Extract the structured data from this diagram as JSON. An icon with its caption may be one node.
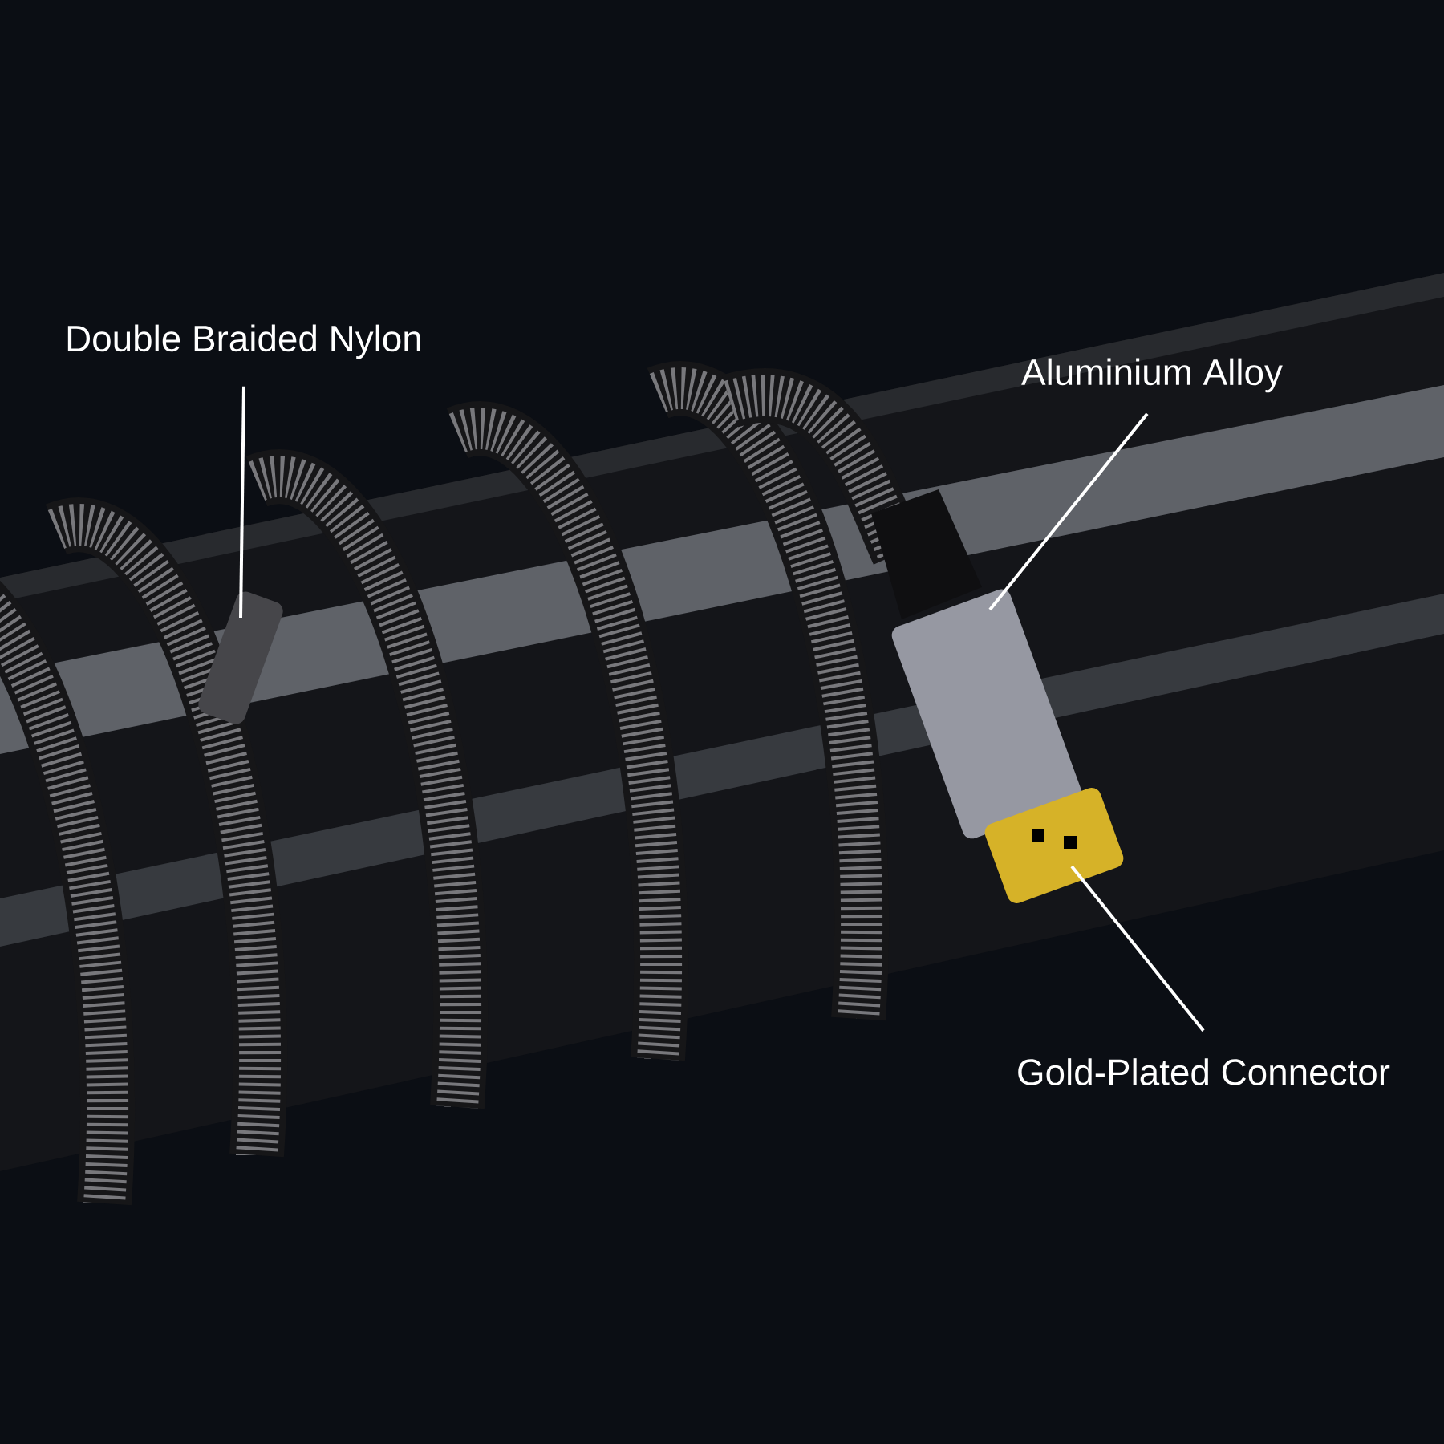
{
  "diagram": {
    "nodes": [
      {
        "text": [
          "Double Braided Nylon"
        ]
      },
      {
        "text": [
          "Aluminium Alloy"
        ]
      },
      {
        "text": [
          "Gold-Plated Connector"
        ]
      },
      {
        "text": [],
        "shape": "picture"
      },
      {
        "text": [],
        "shape": "picture"
      },
      {
        "text": [],
        "shape": "picture"
      }
    ],
    "edges": [
      {
        "from": 0,
        "to": 3,
        "arrow": "none"
      },
      {
        "from": 1,
        "to": 4,
        "arrow": "none"
      },
      {
        "from": 2,
        "to": 5,
        "arrow": "none"
      }
    ]
  }
}
